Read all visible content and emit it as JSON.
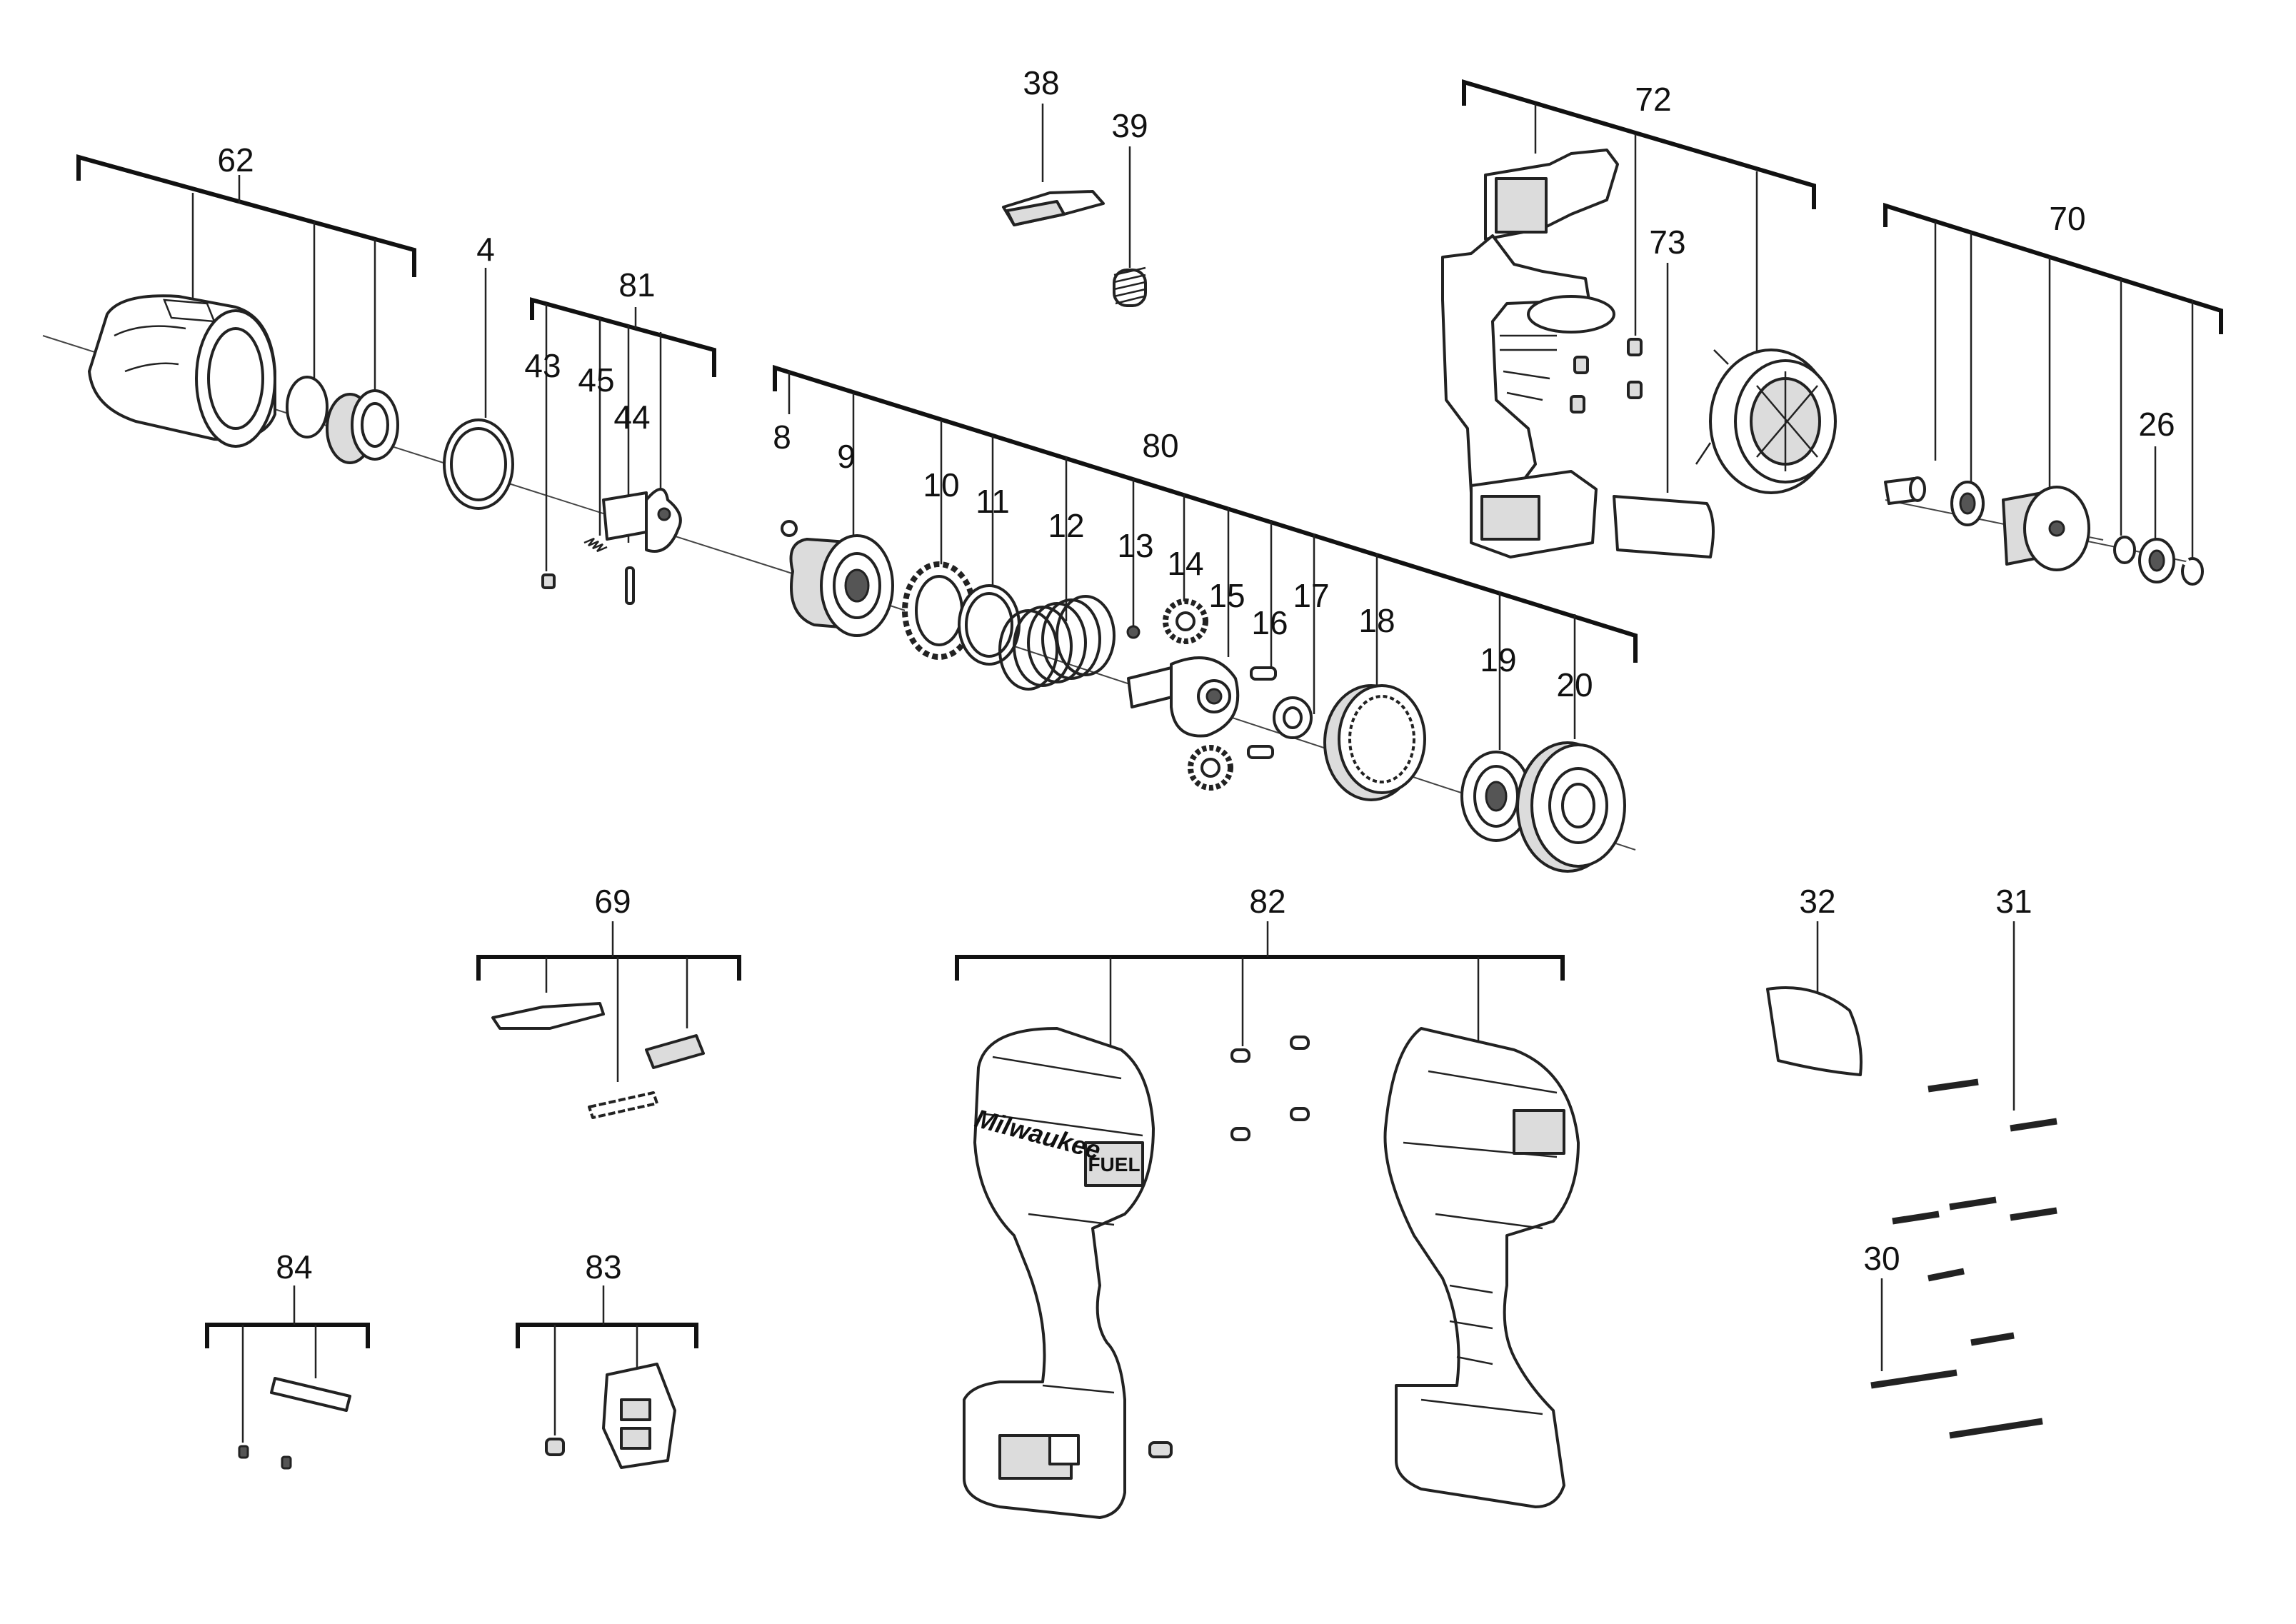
{
  "labels": {
    "n38": "38",
    "n39": "39",
    "n72": "72",
    "n73": "73",
    "n70": "70",
    "n26": "26",
    "n62": "62",
    "n4": "4",
    "n81": "81",
    "n43": "43",
    "n45": "45",
    "n44": "44",
    "n8": "8",
    "n9": "9",
    "n80": "80",
    "n10": "10",
    "n11": "11",
    "n12": "12",
    "n13": "13",
    "n14": "14",
    "n15": "15",
    "n16": "16",
    "n17": "17",
    "n18": "18",
    "n19": "19",
    "n20": "20",
    "n69": "69",
    "n82": "82",
    "n32": "32",
    "n31": "31",
    "n30": "30",
    "n84": "84",
    "n83": "83"
  },
  "housing_logo": "Milwaukee",
  "housing_badge": "FUEL"
}
